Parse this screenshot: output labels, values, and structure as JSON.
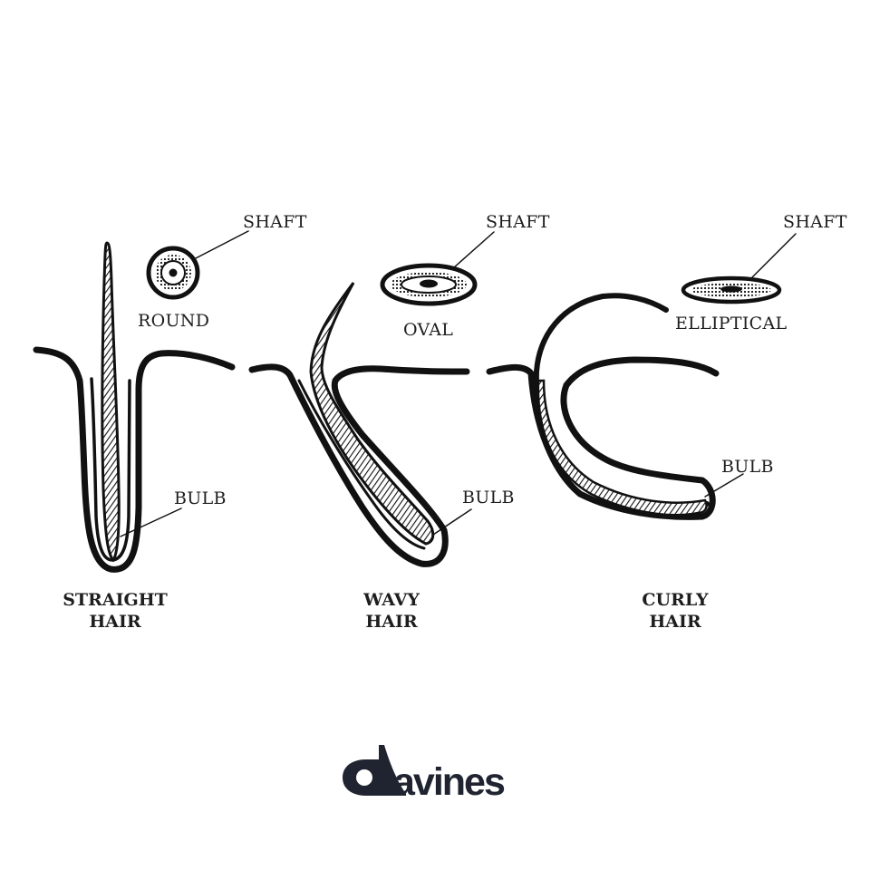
{
  "labels": {
    "shaft_1": "SHAFT",
    "shaft_2": "SHAFT",
    "shaft_3": "SHAFT",
    "round": "ROUND",
    "oval": "OVAL",
    "elliptical": "ELLIPTICAL",
    "bulb_1": "BULB",
    "bulb_2": "BULB",
    "bulb_3": "BULB"
  },
  "captions": {
    "straight_line1": "STRAIGHT",
    "straight_line2": "HAIR",
    "wavy_line1": "WAVY",
    "wavy_line2": "HAIR",
    "curly_line1": "CURLY",
    "curly_line2": "HAIR"
  },
  "logo": {
    "text": "avines",
    "mark": "d",
    "color": "#1f2430"
  },
  "colors": {
    "ink": "#111111",
    "background": "#ffffff"
  }
}
